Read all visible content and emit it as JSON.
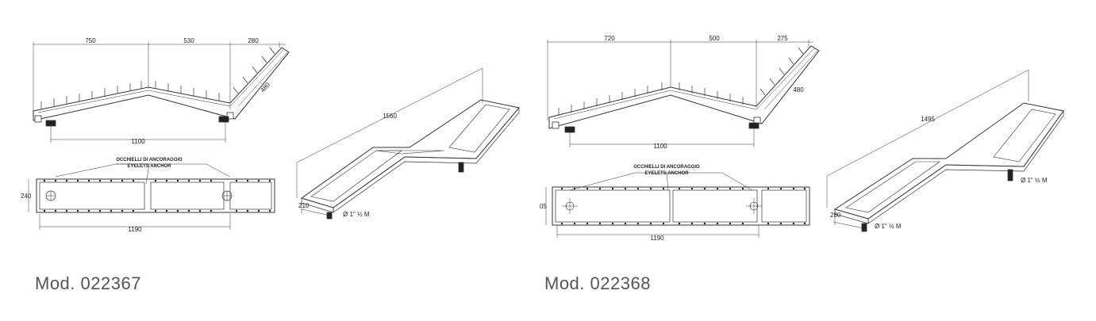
{
  "models": [
    {
      "model_label": "Mod. 022367",
      "side_view": {
        "dim_left": "750",
        "dim_mid": "530",
        "dim_right": "280",
        "dim_slope": "480",
        "dim_bottom": "1100"
      },
      "top_view": {
        "annotation_it": "OCCHIELLI DI ANCORAGGIO",
        "annotation_en": "EYELETS ANCHOR",
        "dim_height": "240",
        "dim_length": "1190"
      },
      "iso_view": {
        "dim_length": "1560",
        "dim_width": "210",
        "pipe_label": "Ø 1\" ½ M"
      }
    },
    {
      "model_label": "Mod. 022368",
      "side_view": {
        "dim_left": "720",
        "dim_mid": "500",
        "dim_right": "275",
        "dim_slope": "480",
        "dim_bottom": "1100"
      },
      "top_view": {
        "annotation_it": "OCCHIELLI DI ANCORAGGIO",
        "annotation_en": "EYELETS ANCHOR",
        "dim_height": "05",
        "dim_length": "1190"
      },
      "iso_view": {
        "dim_length": "1495",
        "dim_width": "280",
        "pipe_label_1": "Ø 1\" ½ M",
        "pipe_label_2": "Ø 1\" ½ M"
      }
    }
  ]
}
